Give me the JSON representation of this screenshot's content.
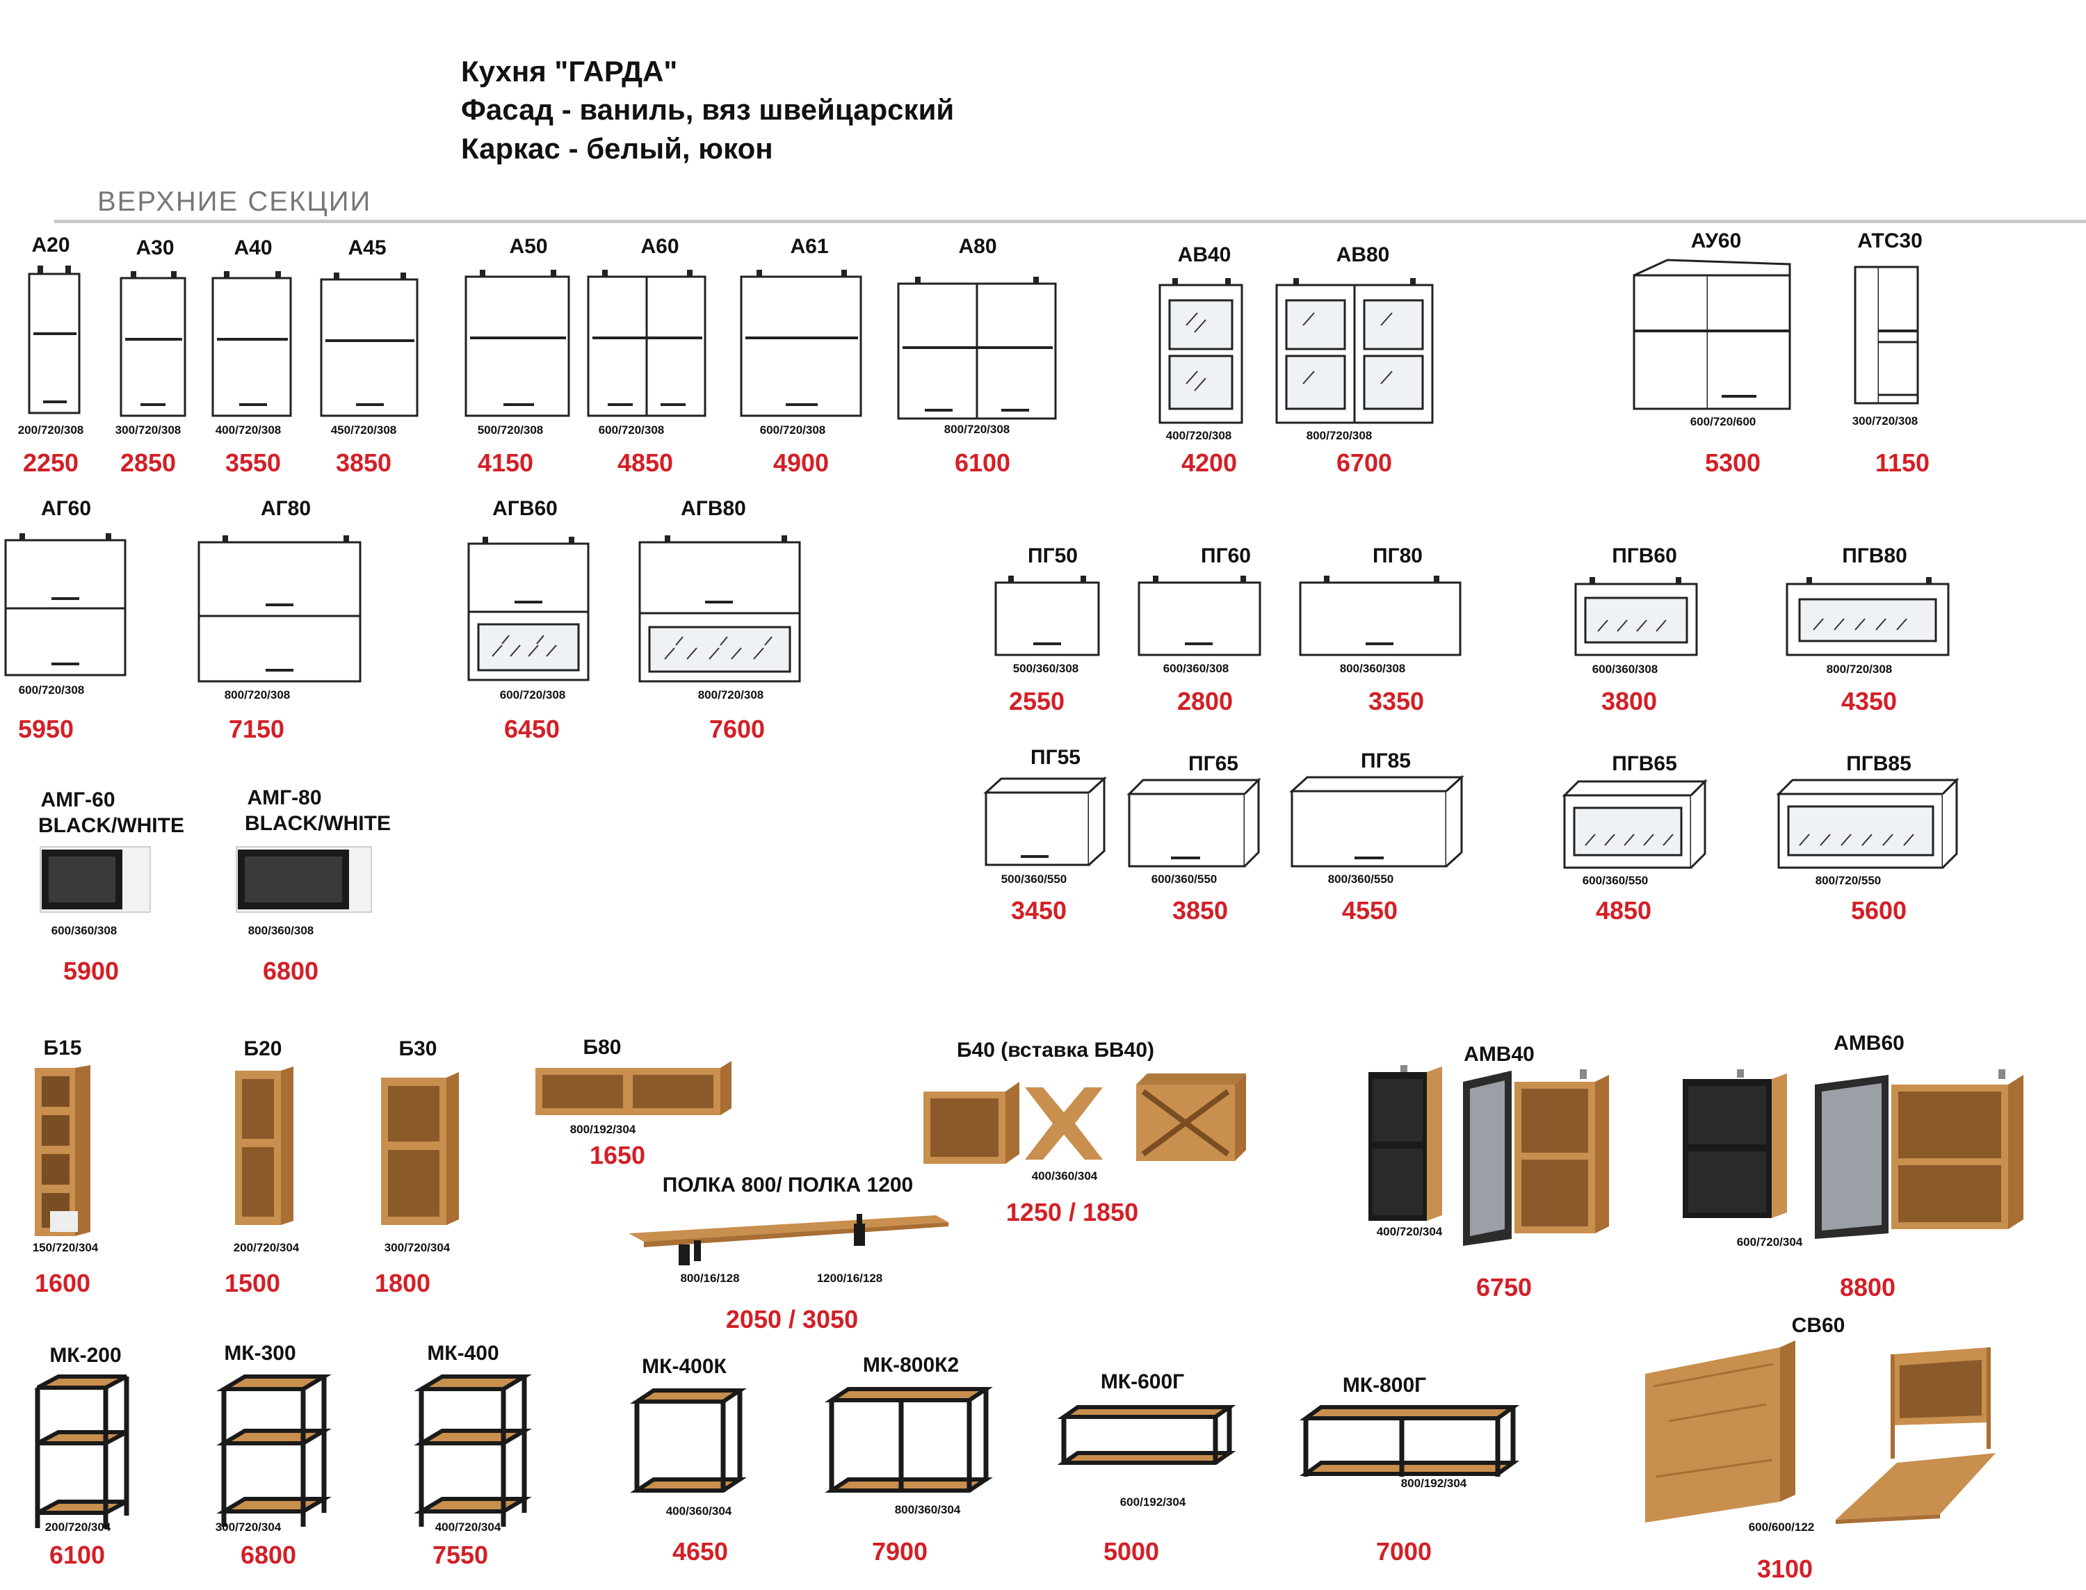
{
  "header": {
    "line1": "Кухня \"ГАРДА\"",
    "line2": "Фасад - ваниль, вяз швейцарский",
    "line3": "Каркас - белый, юкон"
  },
  "section_title": "ВЕРХНИЕ  СЕКЦИИ",
  "items": [
    {
      "name": "А20",
      "dims": "200/720/308",
      "price": "2250"
    },
    {
      "name": "А30",
      "dims": "300/720/308",
      "price": "2850"
    },
    {
      "name": "А40",
      "dims": "400/720/308",
      "price": "3550"
    },
    {
      "name": "А45",
      "dims": "450/720/308",
      "price": "3850"
    },
    {
      "name": "А50",
      "dims": "500/720/308",
      "price": "4150"
    },
    {
      "name": "А60",
      "dims": "600/720/308",
      "price": "4850"
    },
    {
      "name": "А61",
      "dims": "600/720/308",
      "price": "4900"
    },
    {
      "name": "А80",
      "dims": "800/720/308",
      "price": "6100"
    },
    {
      "name": "АВ40",
      "dims": "400/720/308",
      "price": "4200"
    },
    {
      "name": "АВ80",
      "dims": "800/720/308",
      "price": "6700"
    },
    {
      "name": "АУ60",
      "dims": "600/720/600",
      "price": "5300"
    },
    {
      "name": "АТС30",
      "dims": "300/720/308",
      "price": "1150"
    },
    {
      "name": "АГ60",
      "dims": "600/720/308",
      "price": "5950"
    },
    {
      "name": "АГ80",
      "dims": "800/720/308",
      "price": "7150"
    },
    {
      "name": "АГВ60",
      "dims": "600/720/308",
      "price": "6450"
    },
    {
      "name": "АГВ80",
      "dims": "800/720/308",
      "price": "7600"
    },
    {
      "name": "ПГ50",
      "dims": "500/360/308",
      "price": "2550"
    },
    {
      "name": "ПГ60",
      "dims": "600/360/308",
      "price": "2800"
    },
    {
      "name": "ПГ80",
      "dims": "800/360/308",
      "price": "3350"
    },
    {
      "name": "ПГВ60",
      "dims": "600/360/308",
      "price": "3800"
    },
    {
      "name": "ПГВ80",
      "dims": "800/720/308",
      "price": "4350"
    },
    {
      "name": "ПГ55",
      "dims": "500/360/550",
      "price": "3450"
    },
    {
      "name": "ПГ65",
      "dims": "600/360/550",
      "price": "3850"
    },
    {
      "name": "ПГ85",
      "dims": "800/360/550",
      "price": "4550"
    },
    {
      "name": "ПГВ65",
      "dims": "600/360/550",
      "price": "4850"
    },
    {
      "name": "ПГВ85",
      "dims": "800/720/550",
      "price": "5600"
    },
    {
      "name": "АМГ-60",
      "name2": "BLACK/WHITE",
      "dims": "600/360/308",
      "price": "5900"
    },
    {
      "name": "АМГ-80",
      "name2": "BLACK/WHITE",
      "dims": "800/360/308",
      "price": "6800"
    },
    {
      "name": "Б15",
      "dims": "150/720/304",
      "price": "1600"
    },
    {
      "name": "Б20",
      "dims": "200/720/304",
      "price": "1500"
    },
    {
      "name": "Б30",
      "dims": "300/720/304",
      "price": "1800"
    },
    {
      "name": "Б80",
      "dims": "800/192/304",
      "price": "1650"
    },
    {
      "name": "Б40 (вставка БВ40)",
      "dims": "400/360/304",
      "price": "1250 / 1850"
    },
    {
      "name": "ПОЛКА 800/ ПОЛКА 1200",
      "dims": "800/16/128",
      "dims2": "1200/16/128",
      "price": "2050 / 3050"
    },
    {
      "name": "АМВ40",
      "dims": "400/720/304",
      "price": "6750"
    },
    {
      "name": "АМВ60",
      "dims": "600/720/304",
      "price": "8800"
    },
    {
      "name": "МК-200",
      "dims": "200/720/304",
      "price": "6100"
    },
    {
      "name": "МК-300",
      "dims": "300/720/304",
      "price": "6800"
    },
    {
      "name": "МК-400",
      "dims": "400/720/304",
      "price": "7550"
    },
    {
      "name": "МК-400К",
      "dims": "400/360/304",
      "price": "4650"
    },
    {
      "name": "МК-800К2",
      "dims": "800/360/304",
      "price": "7900"
    },
    {
      "name": "МК-600Г",
      "dims": "600/192/304",
      "price": "5000"
    },
    {
      "name": "МК-800Г",
      "dims": "800/192/304",
      "price": "7000"
    },
    {
      "name": "СВ60",
      "dims": "600/600/122",
      "price": "3100"
    }
  ],
  "colors": {
    "price": "#d31f26",
    "wood": "#c98f4e",
    "wood_dark": "#a86e33",
    "black": "#1a1a1a",
    "glass": "#e9eef2"
  }
}
